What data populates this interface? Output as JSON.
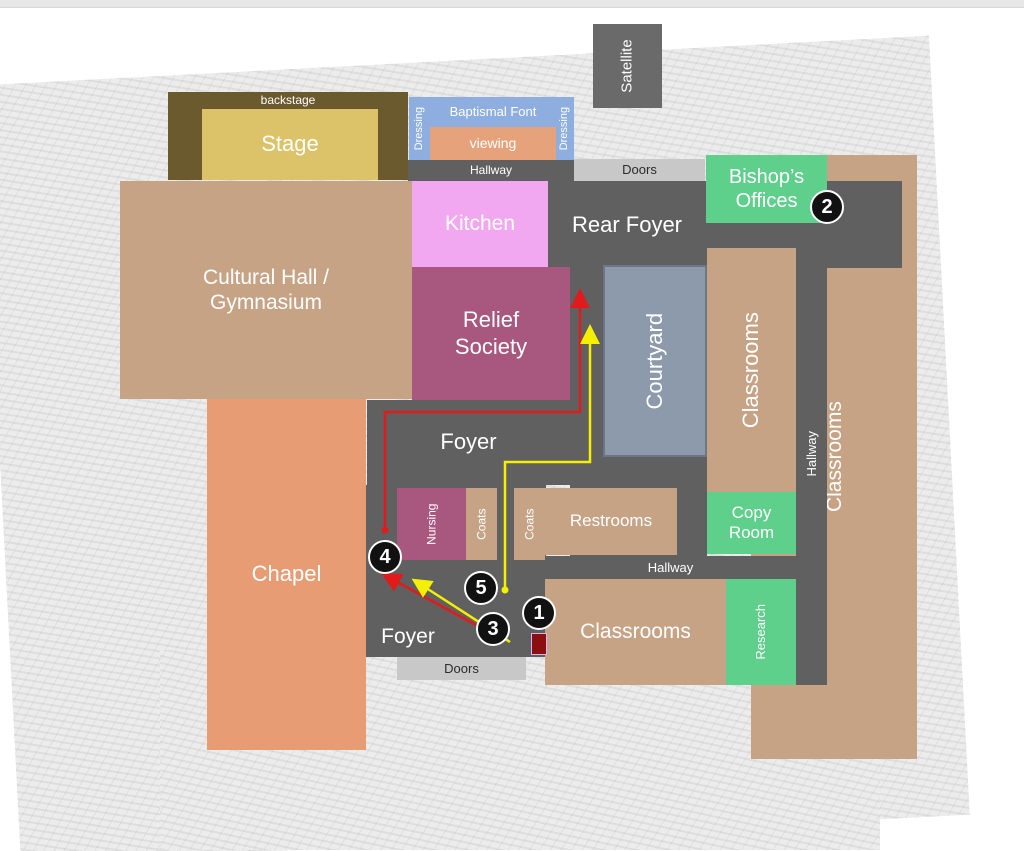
{
  "rooms": {
    "satellite": "Satellite",
    "backstage": "backstage",
    "stage": "Stage",
    "dressing_left": "Dressing",
    "baptismal_font": "Baptismal Font",
    "viewing": "viewing",
    "dressing_right": "Dressing",
    "hallway_top": "Hallway",
    "doors_top": "Doors",
    "bishops_offices_line1": "Bishop’s",
    "bishops_offices_line2": "Offices",
    "kitchen": "Kitchen",
    "rear_foyer": "Rear Foyer",
    "cultural_hall_line1": "Cultural Hall /",
    "cultural_hall_line2": "Gymnasium",
    "relief_society_line1": "Relief",
    "relief_society_line2": "Society",
    "courtyard": "Courtyard",
    "classrooms_mid": "Classrooms",
    "hallway_right": "Hallway",
    "classrooms_right": "Classrooms",
    "foyer_mid": "Foyer",
    "nursing": "Nursing",
    "coats_left": "Coats",
    "coats_right": "Coats",
    "restrooms": "Restrooms",
    "copy_room_line1": "Copy",
    "copy_room_line2": "Room",
    "chapel": "Chapel",
    "hallway_lower": "Hallway",
    "foyer_front": "Foyer",
    "classrooms_front": "Classrooms",
    "research": "Research",
    "doors_bottom": "Doors"
  },
  "markers": {
    "m1": "1",
    "m2": "2",
    "m3": "3",
    "m4": "4",
    "m5": "5"
  },
  "colors": {
    "hallway": "#606060",
    "room_tan": "#c7a386",
    "room_orange": "#e89c74",
    "room_green": "#5fcf8c",
    "room_pink": "#f2a8f0",
    "room_magenta": "#a8577e",
    "room_courtyard": "#8d9aab",
    "room_olive": "#6b5a2e",
    "room_gold": "#dcc268",
    "room_blue": "#8eaee0",
    "doors": "#c8c8c8",
    "route_red": "#e11b1b",
    "route_yellow": "#f4f000"
  }
}
